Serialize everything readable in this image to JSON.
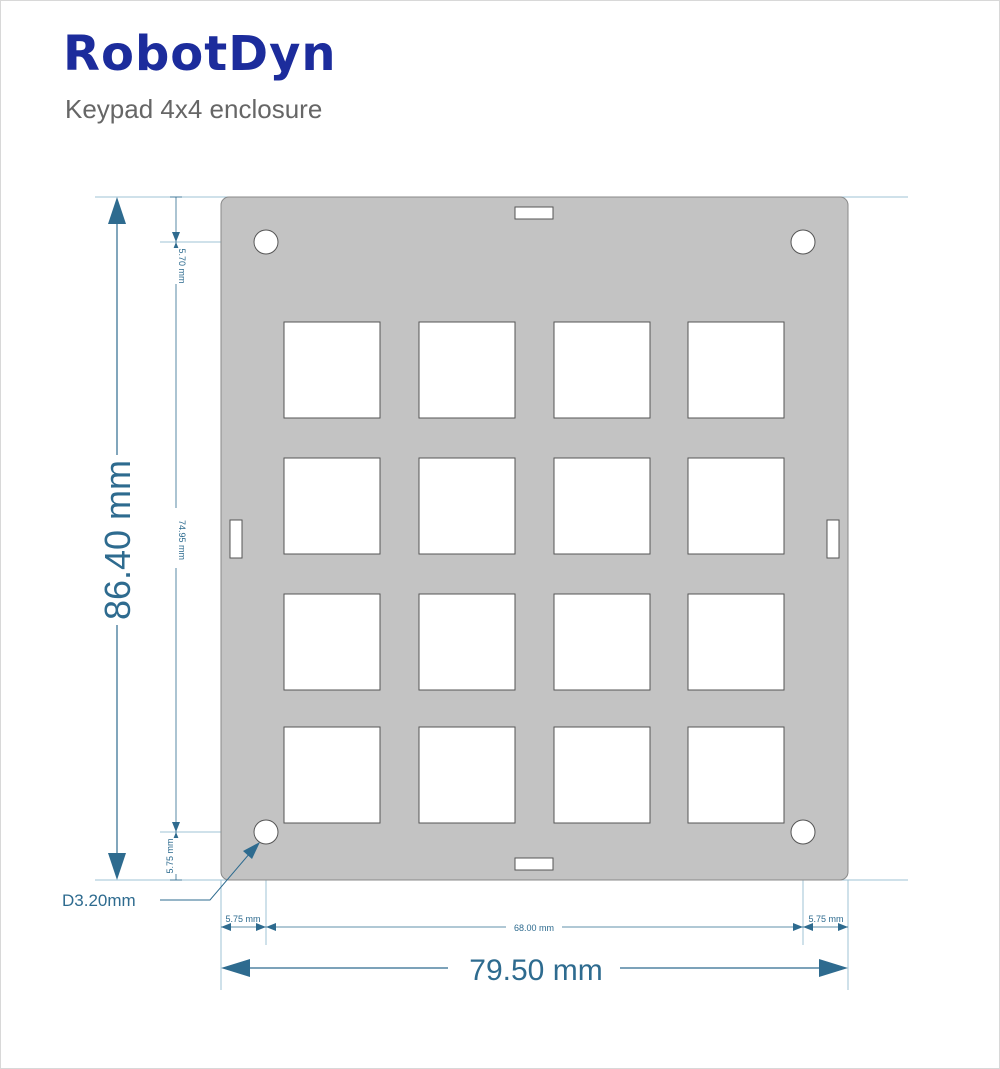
{
  "brand": {
    "logo": "RobotDyn",
    "subtitle": "Keypad 4x4 enclosure"
  },
  "colors": {
    "plate": "#c3c3c3",
    "plate_stroke": "#8a8a8a",
    "dimension": "#2e6b8f",
    "extension_line": "#9fc3d6",
    "logo": "#1c2c9c"
  },
  "dimensions": {
    "overall_height": "86.40 mm",
    "overall_width": "79.50 mm",
    "inner_height": "74.95 mm",
    "top_offset": "5.70 mm",
    "bottom_offset": "5.75 mm",
    "hole_diameter": "D3.20mm",
    "left_offset": "5.75 mm",
    "hole_spacing": "68.00 mm",
    "right_offset": "5.75 mm"
  },
  "keypad": {
    "rows": 4,
    "cols": 4
  }
}
